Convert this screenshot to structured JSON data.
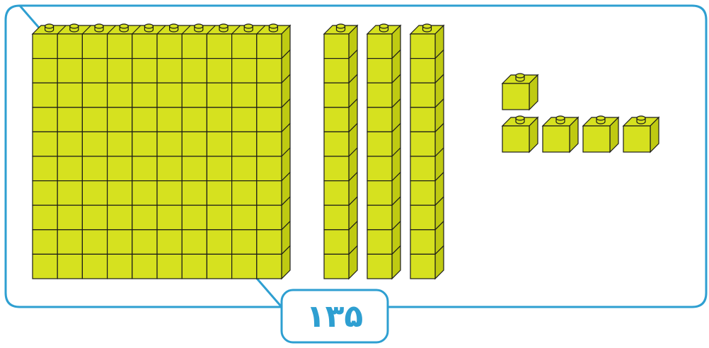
{
  "number_label": "۱۳۵",
  "colors": {
    "frame": "#2e9fd1",
    "block_fill": "#d6e11f",
    "block_side": "#bfca12",
    "stroke": "#1a1a1a",
    "label": "#2e9fd1"
  },
  "blocks": {
    "hundreds": 1,
    "tens": 3,
    "ones": 5
  }
}
